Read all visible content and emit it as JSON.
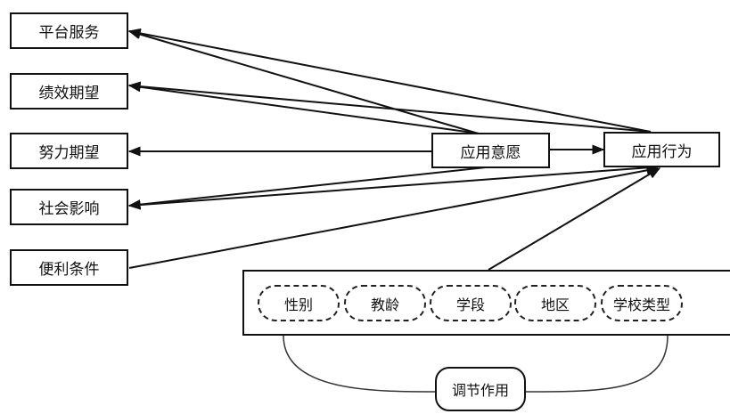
{
  "diagram": {
    "factors": [
      {
        "id": "platform",
        "label": "平台服务"
      },
      {
        "id": "performance",
        "label": "绩效期望"
      },
      {
        "id": "effort",
        "label": "努力期望"
      },
      {
        "id": "social",
        "label": "社会影响"
      },
      {
        "id": "facilitating",
        "label": "便利条件"
      }
    ],
    "intention": {
      "label": "应用意愿"
    },
    "behavior": {
      "label": "应用行为"
    },
    "moderators": [
      {
        "label": "性别"
      },
      {
        "label": "教龄"
      },
      {
        "label": "学段"
      },
      {
        "label": "地区"
      },
      {
        "label": "学校类型"
      }
    ],
    "moderating_role": {
      "label": "调节作用"
    },
    "edges": [
      {
        "from": "intention",
        "to": "platform",
        "arrow": true
      },
      {
        "from": "behavior",
        "to": "platform",
        "arrow": true
      },
      {
        "from": "intention",
        "to": "performance",
        "arrow": true
      },
      {
        "from": "behavior",
        "to": "performance",
        "arrow": true
      },
      {
        "from": "intention",
        "to": "effort",
        "arrow": true
      },
      {
        "from": "intention",
        "to": "social",
        "arrow": true
      },
      {
        "from": "behavior",
        "to": "social",
        "arrow": true
      },
      {
        "from": "facilitating",
        "to": "behavior",
        "arrow": true
      },
      {
        "from": "intention",
        "to": "behavior",
        "arrow": true
      },
      {
        "from": "moderators",
        "to": "behavior",
        "arrow": true
      }
    ]
  }
}
